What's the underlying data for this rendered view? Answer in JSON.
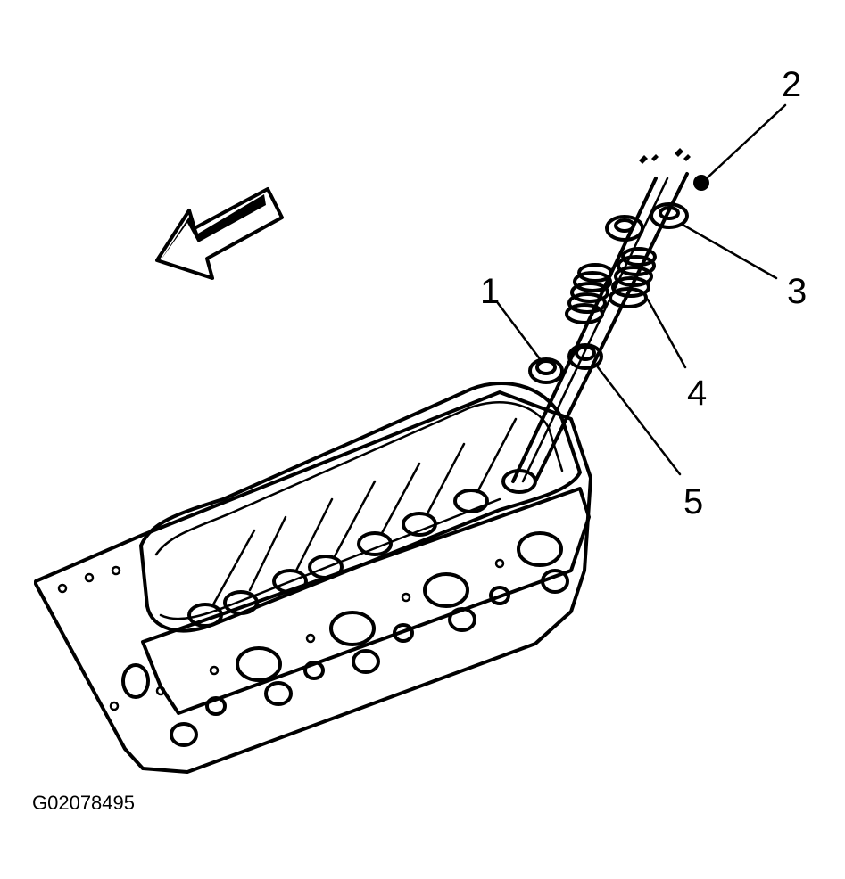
{
  "figure": {
    "id_label": "G02078495",
    "ink_color": "#000000",
    "background": "#ffffff"
  },
  "callouts": [
    {
      "number": "1"
    },
    {
      "number": "2"
    },
    {
      "number": "3"
    },
    {
      "number": "4"
    },
    {
      "number": "5"
    }
  ],
  "icons": [
    "direction-arrow-icon"
  ]
}
